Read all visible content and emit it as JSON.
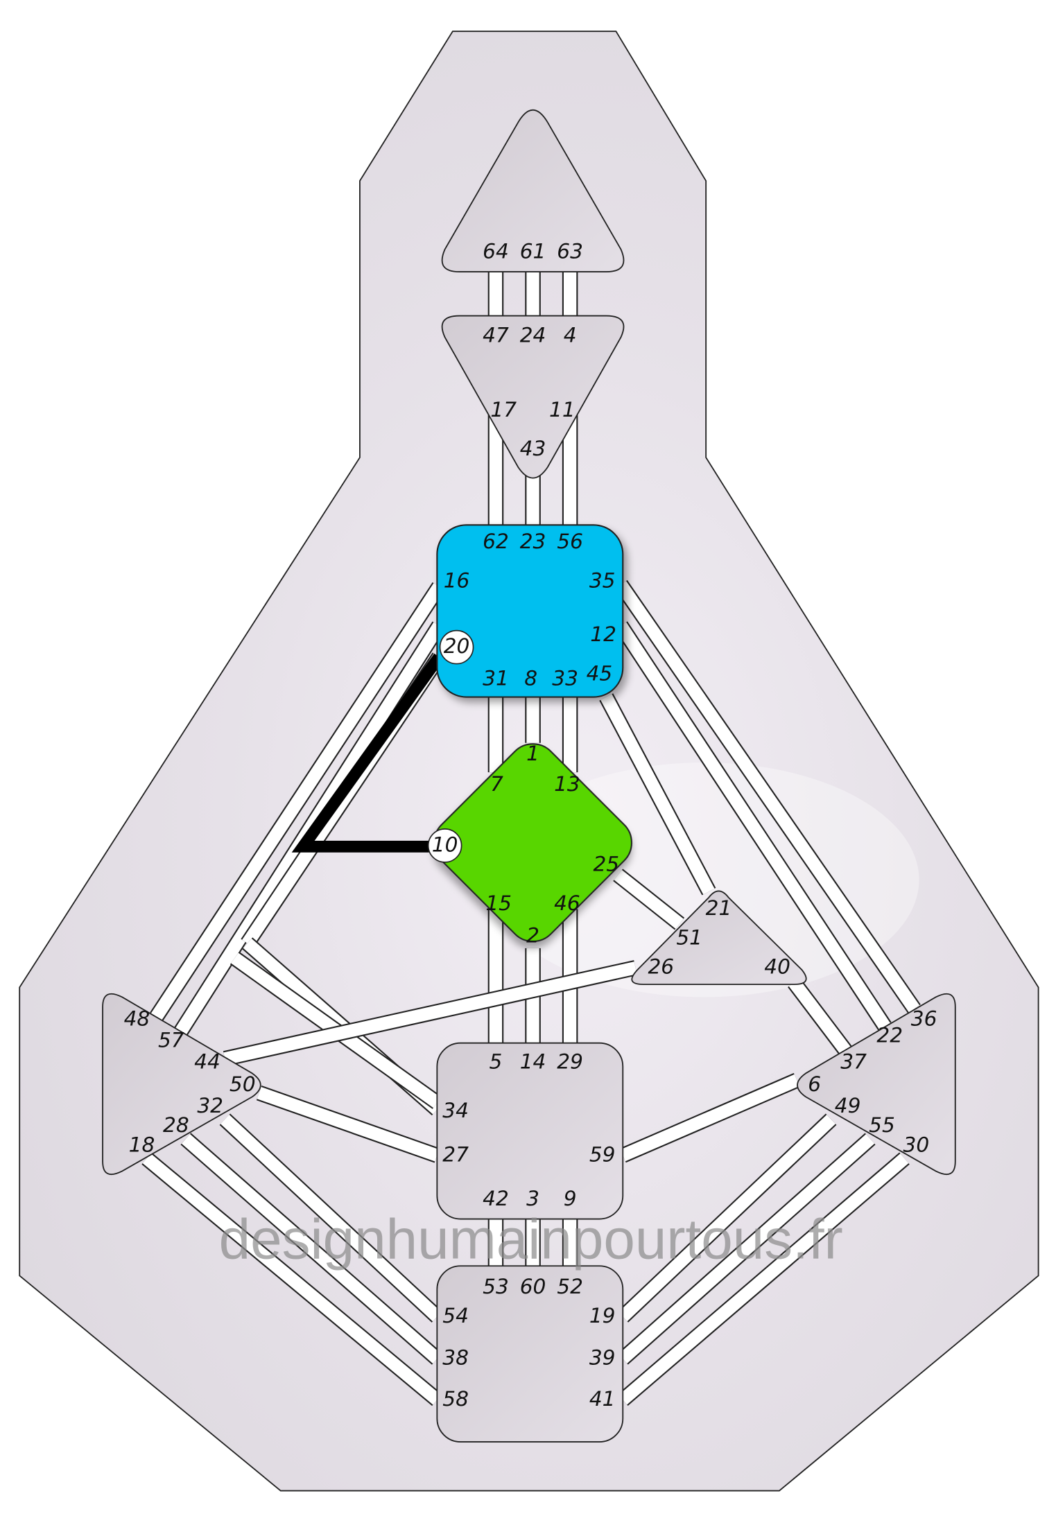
{
  "watermark": "designhumainpourtous.fr",
  "colors": {
    "throat": "#00bfef",
    "g_center": "#59d600",
    "undefined_center": "#d9d4db",
    "defined_channel": "#000000",
    "background": "#e9e5ec"
  },
  "defined_channels": [
    "20-10"
  ],
  "activated_gates": [
    "20",
    "10"
  ],
  "centers": {
    "head": {
      "defined": false,
      "gates": [
        "64",
        "61",
        "63"
      ]
    },
    "ajna": {
      "defined": false,
      "gates": [
        "47",
        "24",
        "4",
        "17",
        "11",
        "43"
      ]
    },
    "throat": {
      "defined": true,
      "gates": [
        "62",
        "23",
        "56",
        "16",
        "35",
        "20",
        "12",
        "31",
        "8",
        "33",
        "45"
      ]
    },
    "g": {
      "defined": true,
      "gates": [
        "1",
        "7",
        "13",
        "10",
        "25",
        "15",
        "46",
        "2"
      ]
    },
    "ego": {
      "defined": false,
      "gates": [
        "21",
        "51",
        "26",
        "40"
      ]
    },
    "spleen": {
      "defined": false,
      "gates": [
        "48",
        "57",
        "44",
        "50",
        "32",
        "28",
        "18"
      ]
    },
    "sacral": {
      "defined": false,
      "gates": [
        "5",
        "14",
        "29",
        "34",
        "27",
        "59",
        "42",
        "3",
        "9"
      ]
    },
    "solar_plexus": {
      "defined": false,
      "gates": [
        "36",
        "22",
        "37",
        "6",
        "49",
        "55",
        "30"
      ]
    },
    "root": {
      "defined": false,
      "gates": [
        "53",
        "60",
        "52",
        "54",
        "19",
        "38",
        "39",
        "58",
        "41"
      ]
    }
  }
}
